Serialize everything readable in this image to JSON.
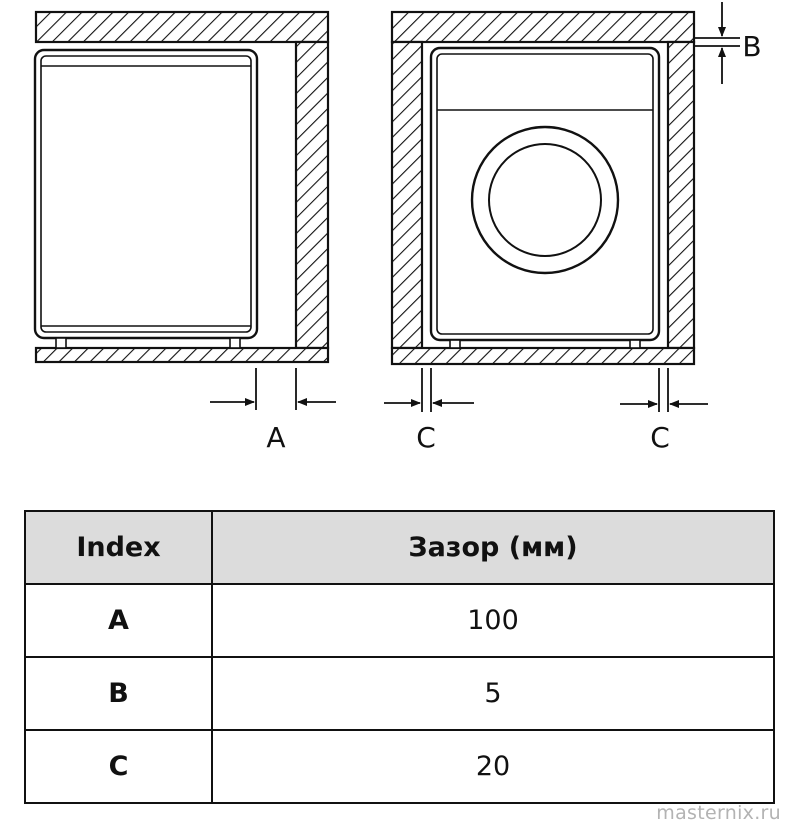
{
  "diagram": {
    "label_a": "A",
    "label_b": "B",
    "label_c_left": "C",
    "label_c_right": "C"
  },
  "table": {
    "header": {
      "index": "Index",
      "gap": "Зазор (мм)"
    },
    "rows": [
      {
        "index": "A",
        "value": "100"
      },
      {
        "index": "B",
        "value": "5"
      },
      {
        "index": "C",
        "value": "20"
      }
    ]
  },
  "watermark": "masternix.ru"
}
